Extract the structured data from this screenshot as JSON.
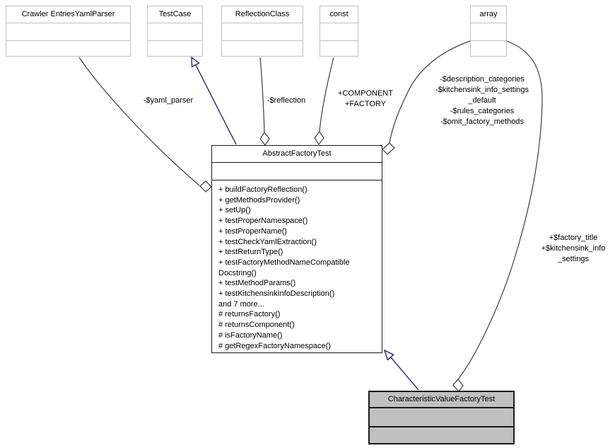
{
  "diagram": {
    "type": "uml-collaboration-diagram",
    "colors": {
      "plain_node_border": "#c0c0c0",
      "main_node_border": "#1a1a1a",
      "gray_node_fill": "#c0c0c0",
      "association_edge": "#3d3d3d",
      "inheritance_edge": "#191970",
      "background": "#ffffff"
    },
    "classes": {
      "crawler_entries_yaml_parser": {
        "label": "Crawler EntriesYamlParser"
      },
      "test_case": {
        "label": "TestCase"
      },
      "reflection_class": {
        "label": "ReflectionClass"
      },
      "const": {
        "label": "const"
      },
      "array": {
        "label": "array"
      },
      "abstract_factory_test": {
        "label": "AbstractFactoryTest",
        "methods": [
          "+ buildFactoryReflection()",
          "+ getMethodsProvider()",
          "+ setUp()",
          "+ testProperNamespace()",
          "+ testProperName()",
          "+ testCheckYamlExtraction()",
          "+ testReturnType()",
          "+ testFactoryMethodNameCompatible",
          "Docstring()",
          "+ testMethodParams()",
          "+ testKitchensinkInfoDescription()",
          "and 7 more...",
          "# returnsFactory()",
          "# returnsComponent()",
          "# isFactoryName()",
          "# getRegexFactoryNamespace()"
        ]
      },
      "characteristic_value_factory_test": {
        "label": "CharacteristicValueFactoryTest"
      }
    },
    "edge_labels": {
      "yaml_parser": "-$yaml_parser",
      "reflection": "-$reflection",
      "component_factory": "+COMPONENT\n+FACTORY",
      "array_to_abstract": "-$description_categories\n-$kitchensink_info_settings\n_default\n-$rules_categories\n-$omit_factory_methods",
      "array_to_characteristic": "+$factory_title\n+$kitchensink_info\n_settings"
    }
  }
}
